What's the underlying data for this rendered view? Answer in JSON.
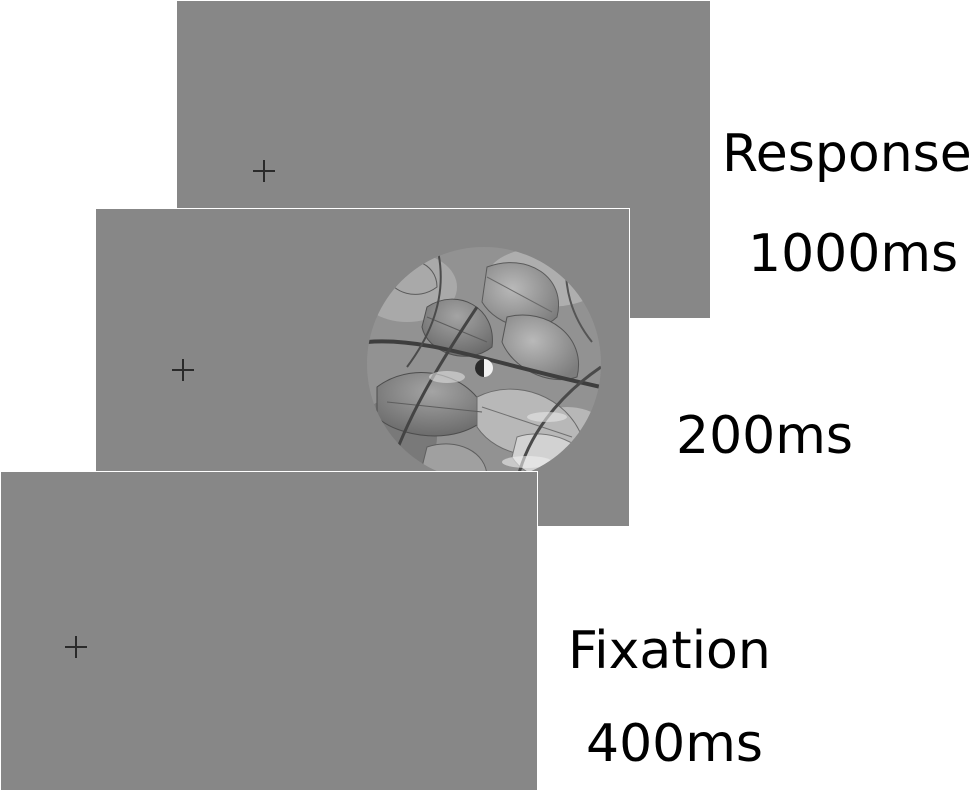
{
  "frames": {
    "response": {
      "name": "Response",
      "duration": "1000ms"
    },
    "stimulus": {
      "duration": "200ms"
    },
    "fixation": {
      "name": "Fixation",
      "duration": "400ms"
    }
  },
  "colors": {
    "screen_background": "#878787",
    "fixation_cross": "#2a2a2a",
    "label_text": "#000000"
  },
  "icons": {
    "fixation_mark": "plus-cross-icon",
    "stimulus": "natural-foliage-image-disc",
    "target": "half-filled-circle-icon"
  }
}
